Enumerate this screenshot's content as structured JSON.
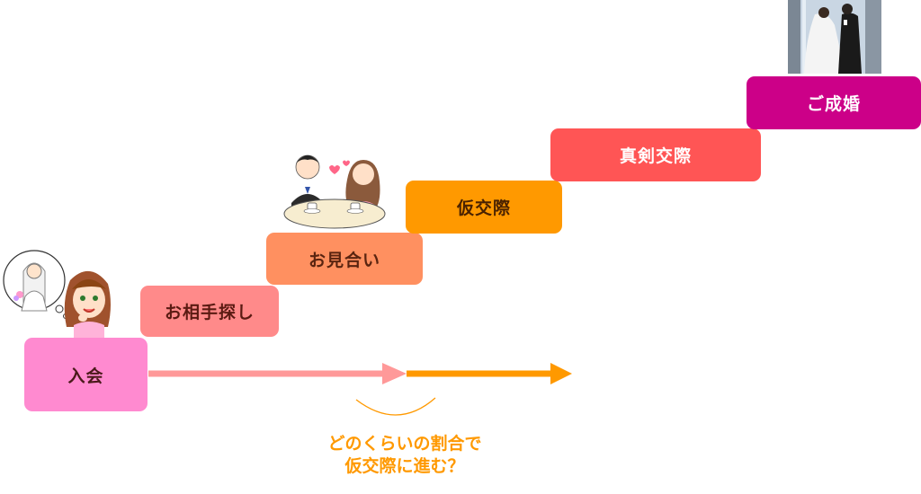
{
  "steps": [
    {
      "id": "join",
      "label": "入会",
      "color": "#ff8ad0"
    },
    {
      "id": "partner-search",
      "label": "お相手探し",
      "color": "#ff8a8a"
    },
    {
      "id": "omiai",
      "label": "お見合い",
      "color": "#ff9060"
    },
    {
      "id": "provisional-dating",
      "label": "仮交際",
      "color": "#ff9900"
    },
    {
      "id": "serious-dating",
      "label": "真剣交際",
      "color": "#ff5555"
    },
    {
      "id": "marriage",
      "label": "ご成婚",
      "color": "#cc0088"
    }
  ],
  "arrows": {
    "first_color": "#ff9999",
    "second_color": "#ff9900"
  },
  "question": {
    "line1": "どのくらいの割合で",
    "line2": "仮交際に進む？"
  },
  "illustrations": [
    "woman-dreaming-of-wedding-icon",
    "couple-at-cafe-table-icon",
    "wedding-couple-photo"
  ]
}
